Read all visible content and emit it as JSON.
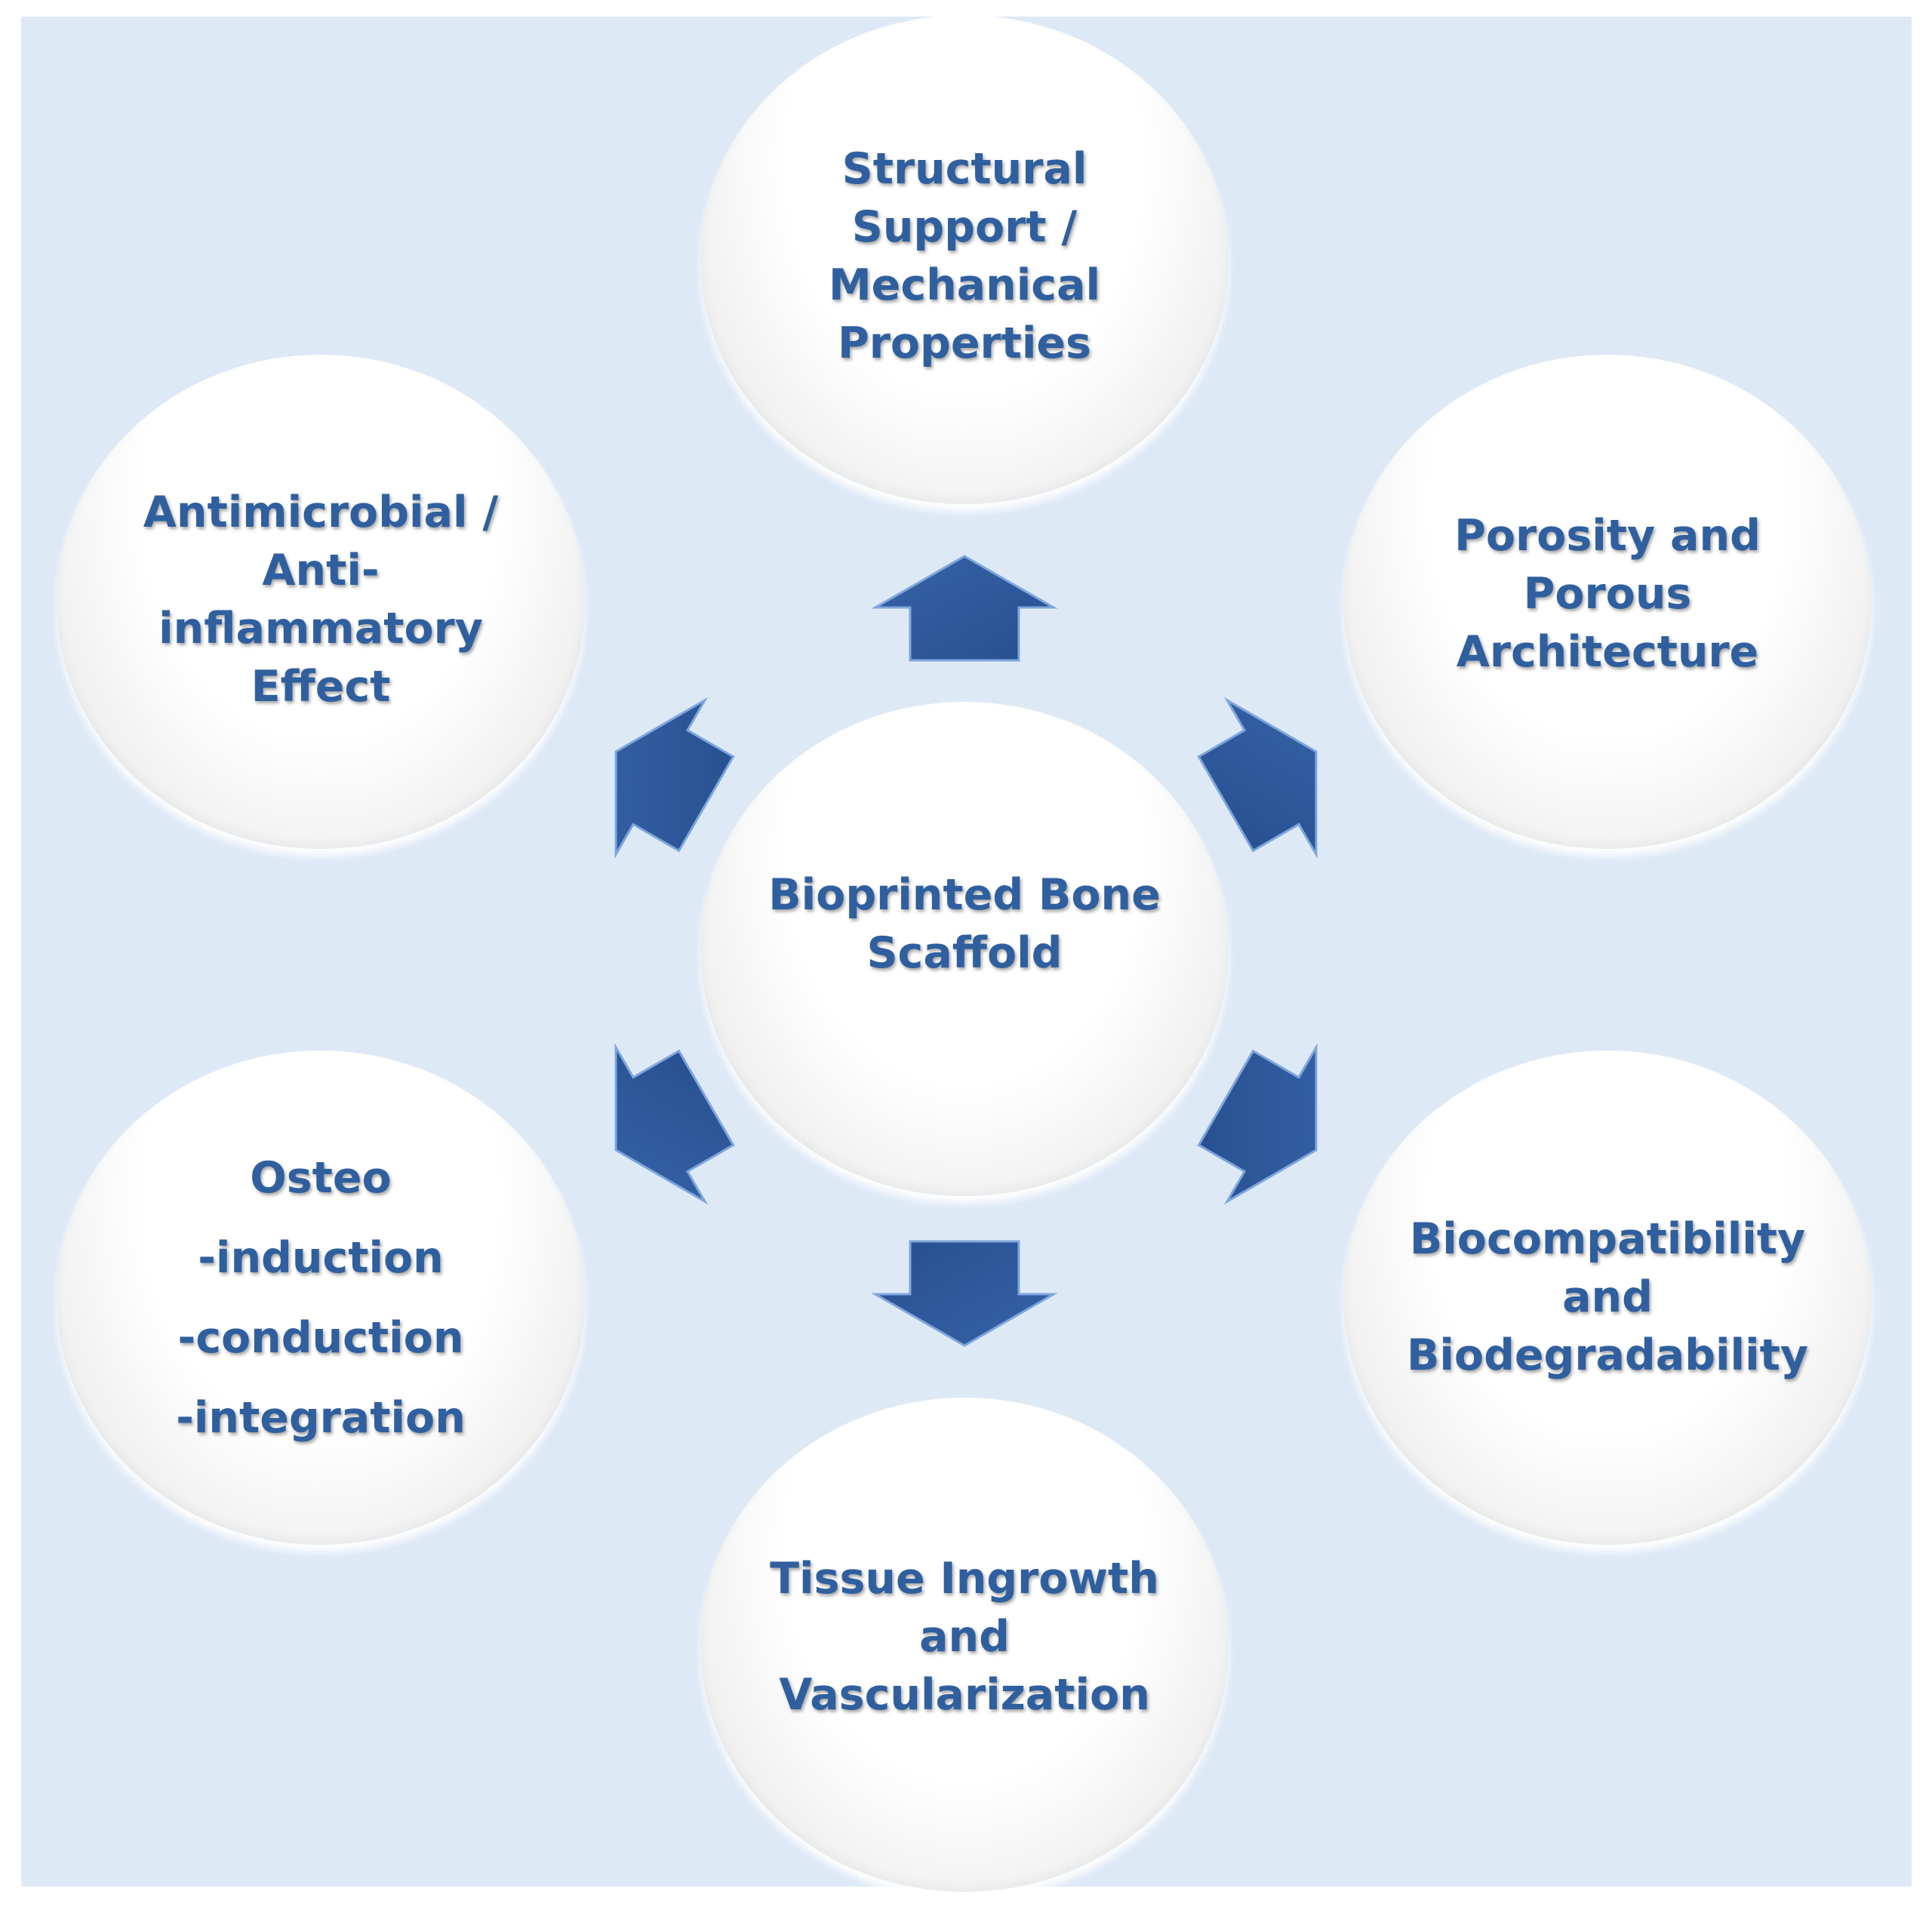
{
  "diagram": {
    "center": {
      "lines": [
        "Bioprinted Bone",
        "Scaffold"
      ]
    },
    "nodes": {
      "top": {
        "lines": [
          "Structural",
          "Support  /",
          "Mechanical",
          "Properties"
        ]
      },
      "upper_right": {
        "lines": [
          "Porosity and",
          "Porous",
          "Architecture"
        ]
      },
      "lower_right": {
        "lines": [
          "Biocompatibility",
          "and",
          "Biodegradability"
        ]
      },
      "bottom": {
        "lines": [
          "Tissue Ingrowth",
          "and",
          "Vascularization"
        ]
      },
      "lower_left": {
        "lines": [
          "Osteo",
          "-induction",
          "-conduction",
          "-integration"
        ]
      },
      "upper_left": {
        "lines": [
          "Antimicrobial /",
          "Anti-",
          "inflammatory",
          "Effect"
        ]
      }
    },
    "colors": {
      "background": "#dee9f6",
      "text": "#2f5f9e",
      "arrow": "#2e5597",
      "arrow_highlight": "#7ea6dc"
    }
  }
}
